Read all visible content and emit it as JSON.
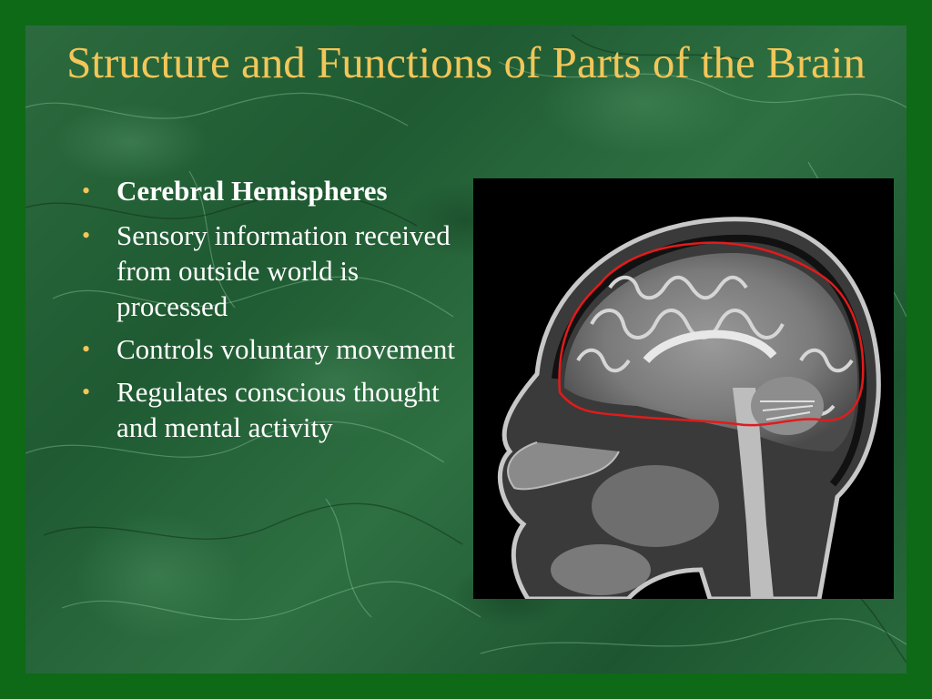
{
  "slide": {
    "title": "Structure and Functions of Parts of the Brain",
    "bullets": [
      {
        "text": "Cerebral Hemispheres",
        "bold": true
      },
      {
        "text": "Sensory information received from outside world is processed",
        "bold": false
      },
      {
        "text": "Controls voluntary movement",
        "bold": false
      },
      {
        "text": "Regulates conscious thought and mental activity",
        "bold": false
      }
    ],
    "image": {
      "subject": "sagittal-brain-mri",
      "outline_color": "#e21b1b"
    }
  },
  "colors": {
    "title": "#f3c659",
    "bullet_dot": "#f3c659",
    "text": "#ffffff",
    "border": "#0e6a16"
  }
}
